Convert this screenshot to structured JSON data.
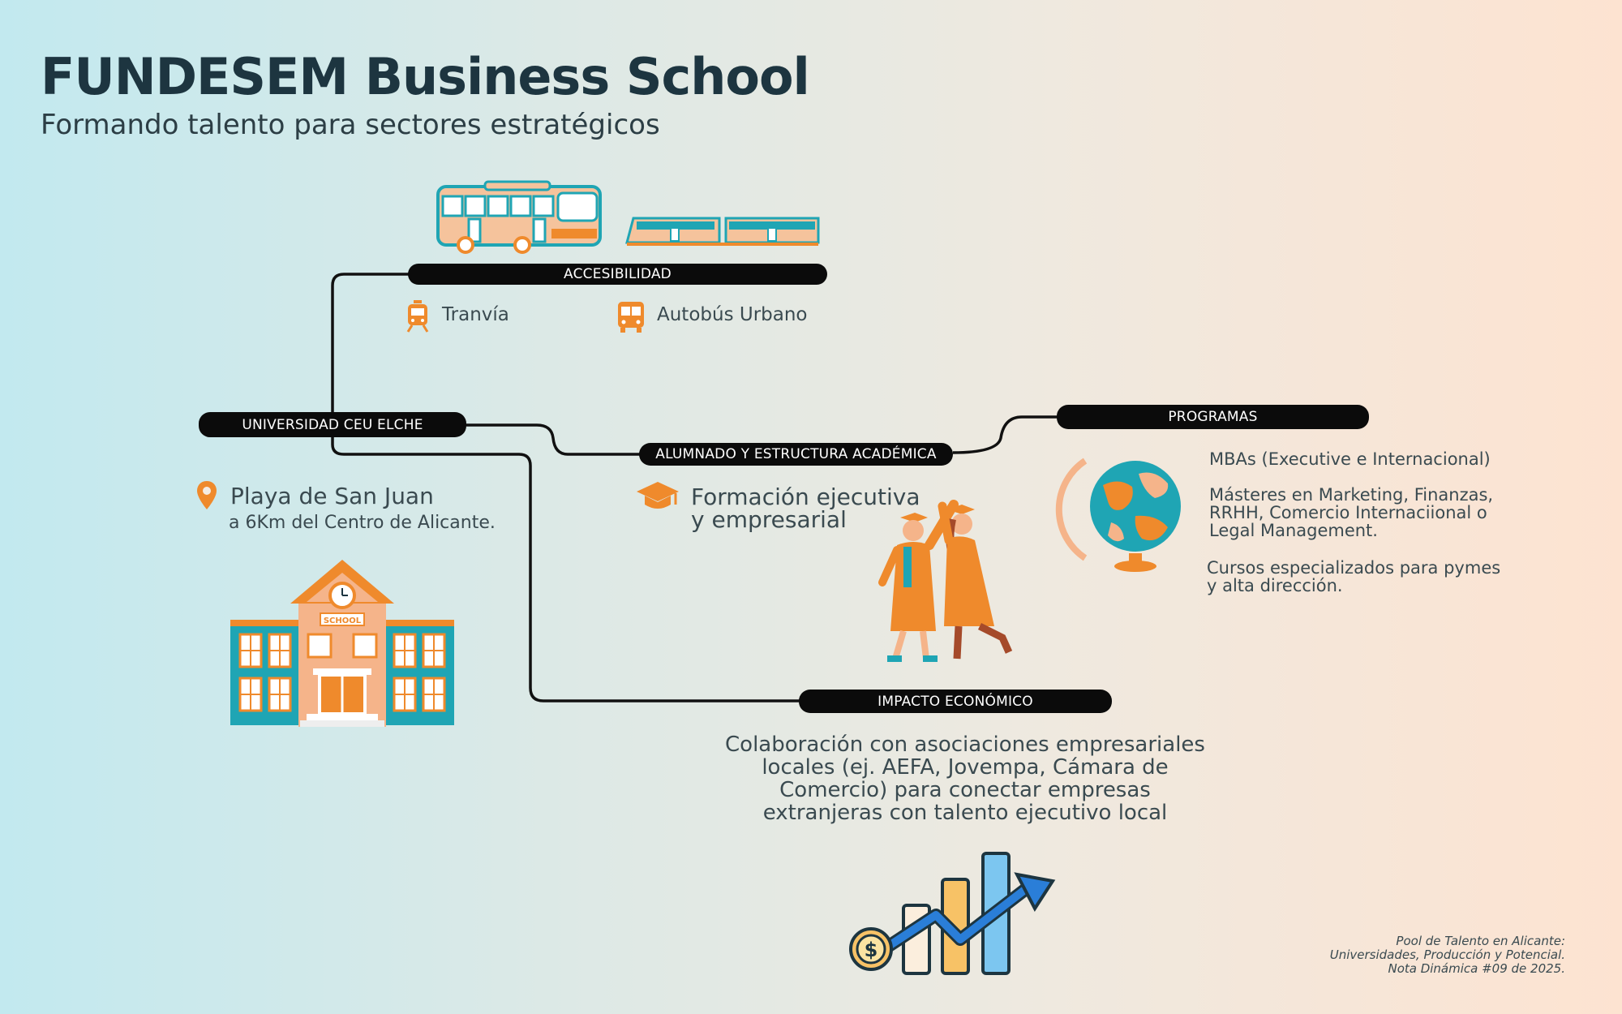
{
  "header": {
    "title": "FUNDESEM Business School",
    "subtitle": "Formando talento para sectores estratégicos"
  },
  "nodes": {
    "accesibilidad": "ACCESIBILIDAD",
    "universidad": "UNIVERSIDAD CEU ELCHE",
    "alumnado": "ALUMNADO Y ESTRUCTURA ACADÉMICA",
    "programas": "PROGRAMAS",
    "impacto": "IMPACTO ECONÓMICO"
  },
  "accesibilidad": {
    "tranvia": "Tranvía",
    "autobus": "Autobús Urbano"
  },
  "universidad": {
    "location": "Playa de San Juan",
    "distance": "a 6Km del Centro de Alicante.",
    "school_sign": "SCHOOL"
  },
  "alumnado": {
    "line1": "Formación ejecutiva",
    "line2": "y empresarial"
  },
  "programas": {
    "item1": "MBAs (Executive e Internacional)",
    "item2_line1": "Másteres en Marketing, Finanzas,",
    "item2_line2": "RRHH, Comercio Internaciional o",
    "item2_line3": "Legal Management.",
    "item3_line1": "Cursos especializados para pymes",
    "item3_line2": "y alta dirección."
  },
  "impacto": {
    "line1": "Colaboración con asociaciones empresariales",
    "line2": "locales (ej. AEFA, Jovempa, Cámara de",
    "line3": "Comercio) para conectar empresas",
    "line4": "extranjeras con talento ejecutivo local",
    "coin_symbol": "$"
  },
  "footer": {
    "line1": "Pool de Talento en Alicante:",
    "line2": "Universidades, Producción y Potencial.",
    "line3": "Nota Dinámica #09 de 2025."
  },
  "colors": {
    "accent_orange": "#ef8a2c",
    "teal": "#1fa5b4",
    "peach": "#f5b48a",
    "dark": "#1d3540"
  },
  "icons": [
    "tram-icon",
    "bus-icon",
    "location-pin-icon",
    "graduation-cap-icon",
    "globe-icon",
    "school-building-icon",
    "graduates-icon",
    "bar-chart-growth-icon",
    "dollar-coin-icon"
  ]
}
